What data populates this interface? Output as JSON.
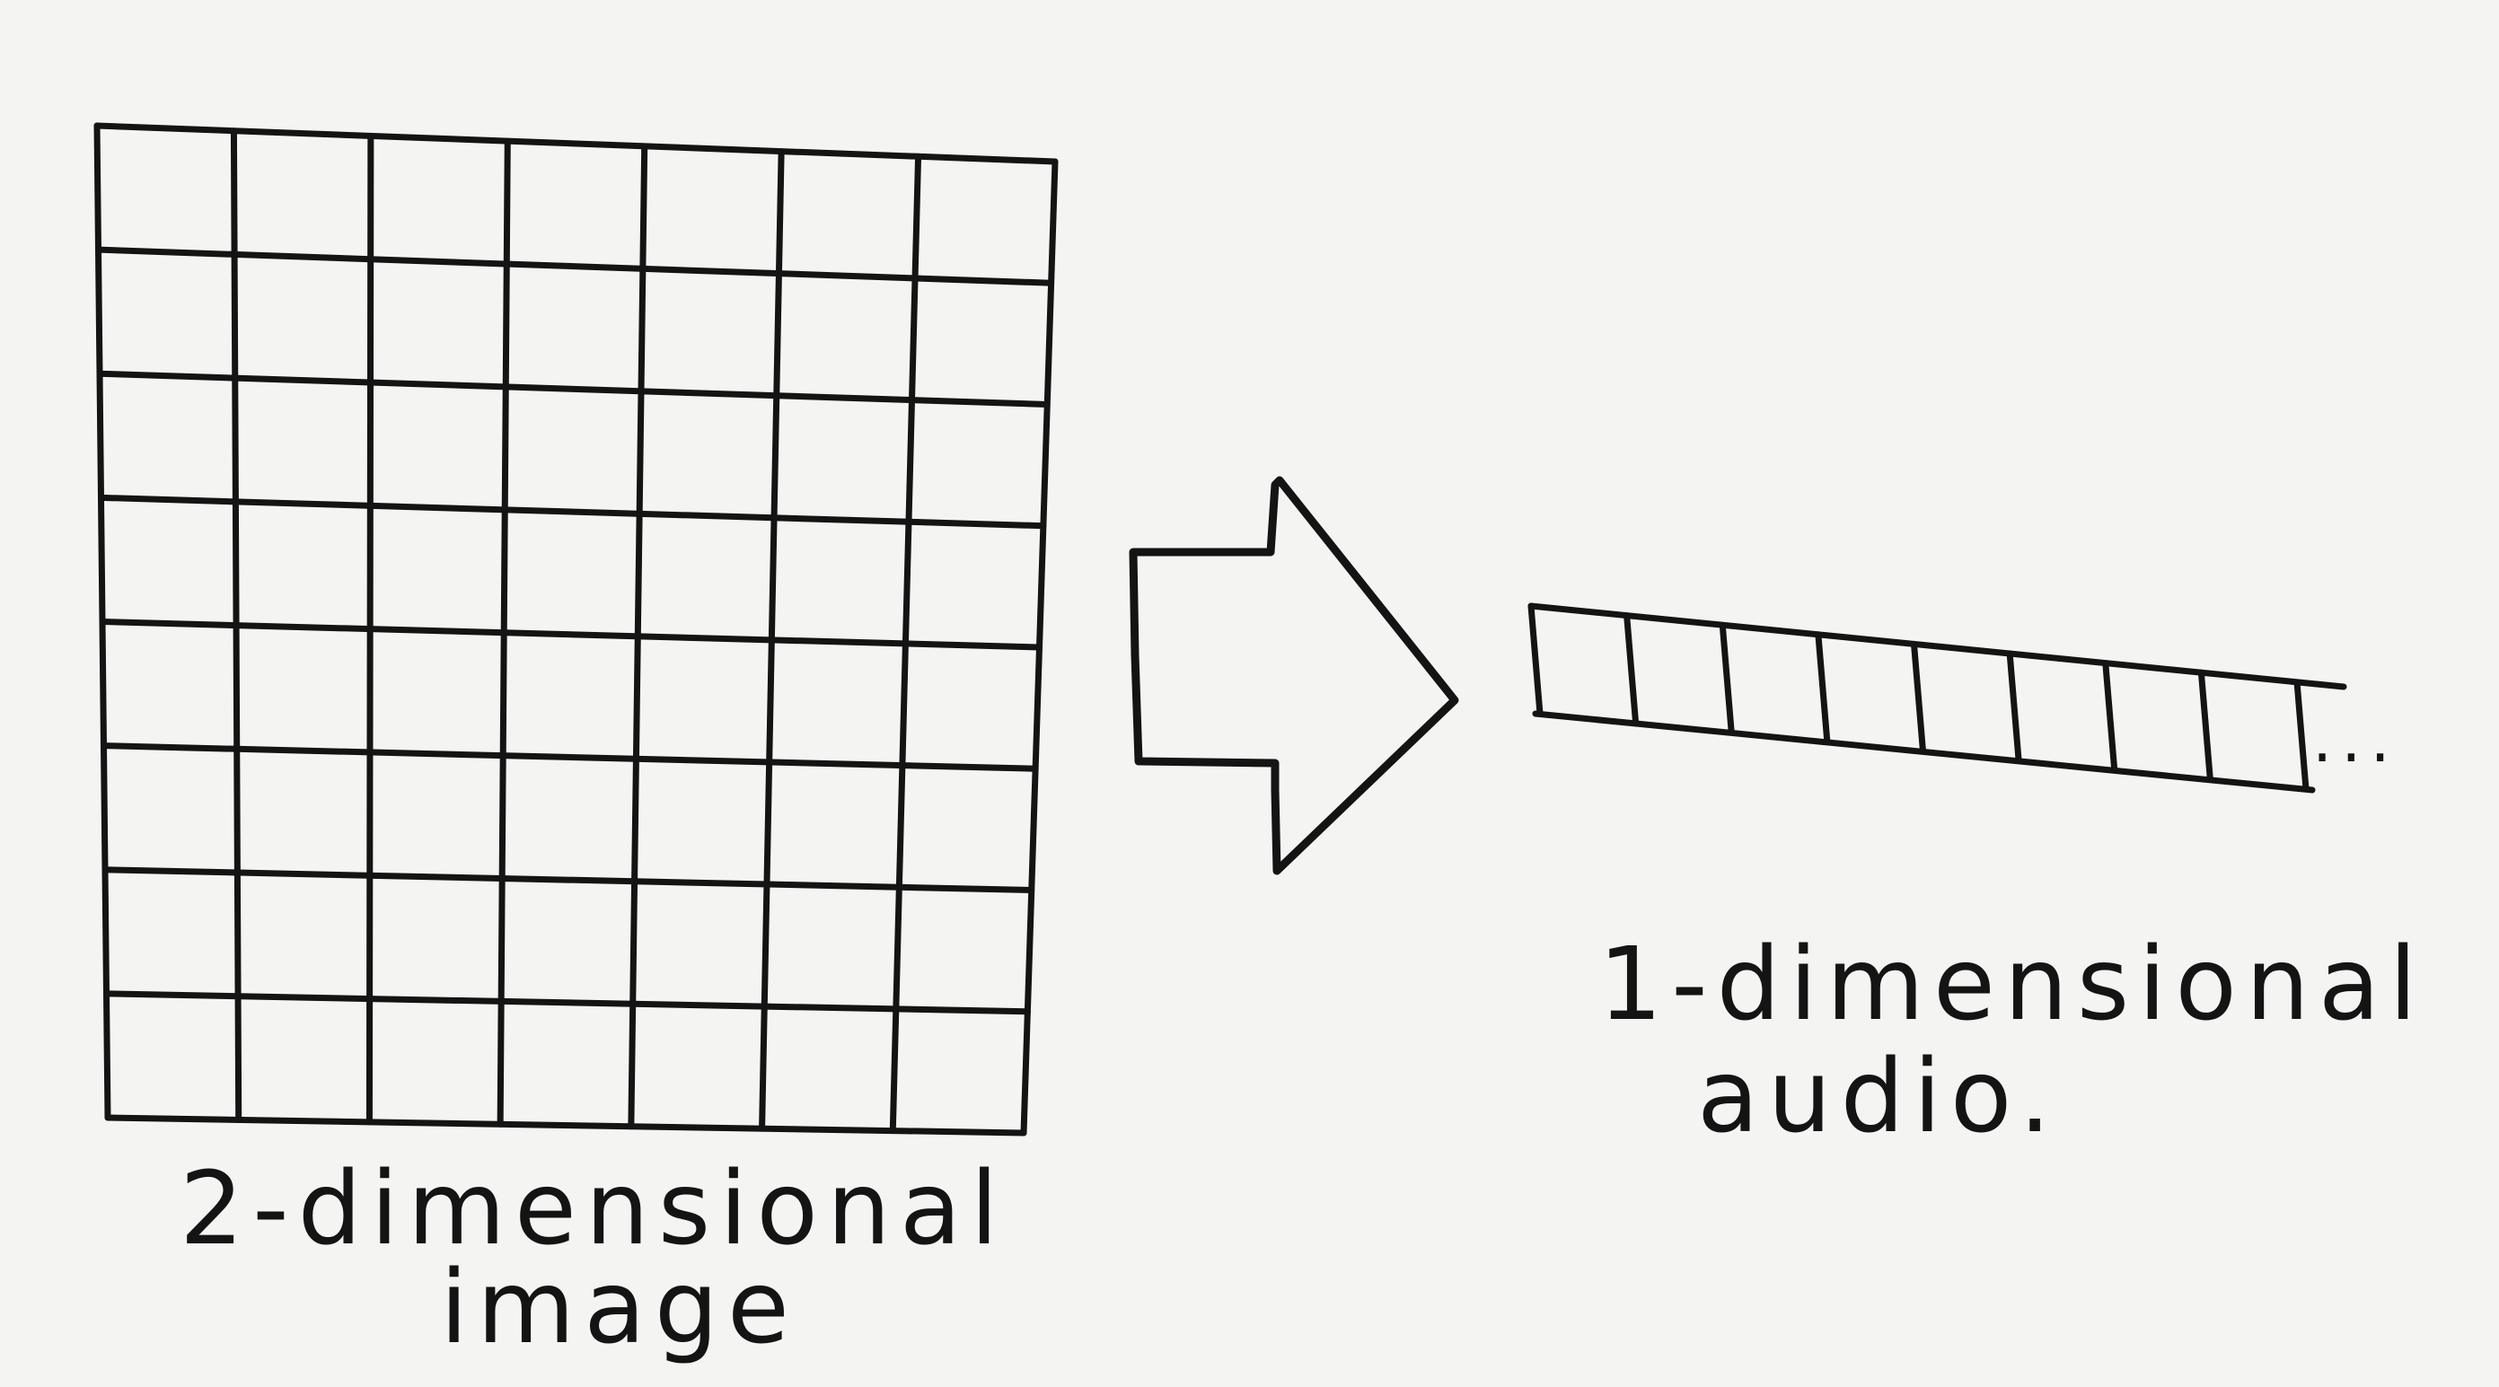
{
  "diagram": {
    "grid": {
      "rows": 8,
      "cols": 7,
      "caption_line1": "2-dimensional",
      "caption_line2": "image"
    },
    "arrow": {
      "direction": "right"
    },
    "strip": {
      "cells": 8,
      "continuation": "...",
      "caption_line1": "1-dimensional",
      "caption_line2": "audio."
    },
    "colors": {
      "paper": "#f4f4f2",
      "ink": "#141414"
    }
  }
}
